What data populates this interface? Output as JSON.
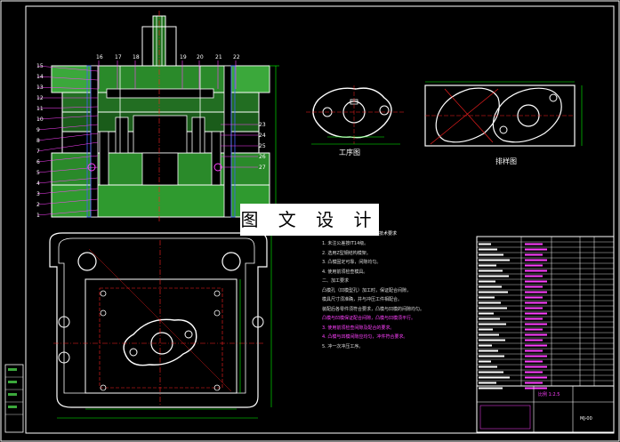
{
  "watermark": "图 文 设 计",
  "notes": {
    "title": "技术要求",
    "lines": [
      "1. 未注公差按IT14级。",
      "2. 选用Z型钢结构模架。",
      "3. 凸模固定可靠，间隙均匀。",
      "4. 使用前须检查模具。",
      "二、加工要求",
      "凸模孔（凹模型孔）加工时，保证配合间隙，",
      "模具尺寸须准确，并与冲压工件相配合。",
      "装配后各零件须符合要求，凸模与凹模的间隙均匀。",
      "凸模与凹模保证配合间隙，凸模与凹模须平行。",
      "3. 使用前须检查间隙及配合的要求。",
      "4. 凸模与凹模间隙应均匀，冲件符合要求。",
      "5. 冲一次冲压工序。"
    ]
  },
  "captions": {
    "process": "工序图",
    "layout": "排样图"
  },
  "title_block": {
    "scale": "比例 1:2.5",
    "drawing_no": "MJ-00"
  },
  "part_numbers": [
    "16",
    "17",
    "18",
    "19",
    "20",
    "21",
    "22"
  ],
  "left_numbers": [
    "15",
    "14",
    "13",
    "12",
    "11",
    "10",
    "9",
    "8",
    "7",
    "6",
    "5",
    "4",
    "3",
    "2",
    "1"
  ],
  "right_numbers": [
    "23",
    "24",
    "25",
    "26",
    "27"
  ],
  "colors": {
    "outline": "#ffffff",
    "center": "#ff2020",
    "dim": "#00ff00",
    "leader": "#ff40ff",
    "section": "#2a8a2a",
    "hatch": "#ff40ff",
    "blue": "#4060ff"
  }
}
